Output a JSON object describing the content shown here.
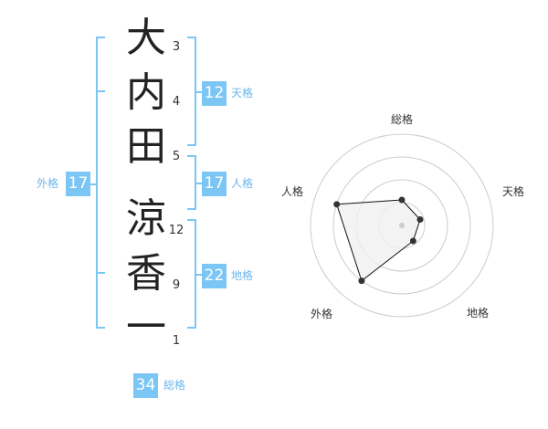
{
  "name": {
    "characters": [
      {
        "char": "大",
        "strokes": "3"
      },
      {
        "char": "内",
        "strokes": "4"
      },
      {
        "char": "田",
        "strokes": "5"
      },
      {
        "char": "涼",
        "strokes": "12"
      },
      {
        "char": "香",
        "strokes": "9"
      },
      {
        "char": "一",
        "strokes": "1"
      }
    ]
  },
  "fortunes": {
    "tenkaku": {
      "value": "12",
      "label": "天格"
    },
    "jinkaku": {
      "value": "17",
      "label": "人格"
    },
    "chikaku": {
      "value": "22",
      "label": "地格"
    },
    "gaikaku": {
      "value": "17",
      "label": "外格"
    },
    "soukaku": {
      "value": "34",
      "label": "総格"
    }
  },
  "radar": {
    "axes": [
      "総格",
      "天格",
      "地格",
      "外格",
      "人格"
    ],
    "values": [
      0.28,
      0.21,
      0.21,
      0.75,
      0.75
    ],
    "rings": 4,
    "colors": {
      "line": "#111111",
      "fill": "#f0f0f0",
      "grid": "#cccccc"
    }
  },
  "colors": {
    "accent": "#7cc6f5",
    "label": "#6ab7ec"
  }
}
